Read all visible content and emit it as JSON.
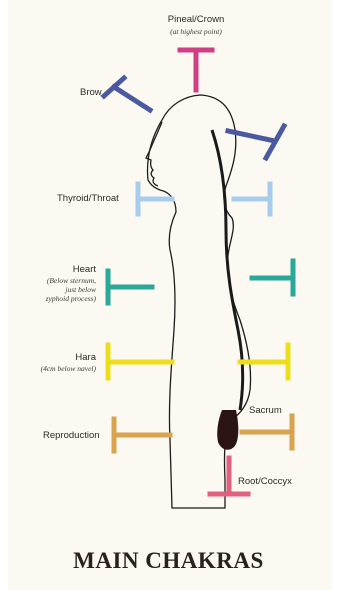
{
  "title": "MAIN CHAKRAS",
  "chakras": {
    "crown": {
      "label": "Pineal/Crown",
      "note": "(at highest point)",
      "color": "#cf3f86"
    },
    "brow": {
      "label": "Brow",
      "color": "#4a5aa0"
    },
    "throat": {
      "label": "Thyroid/Throat",
      "color": "#a8ccec"
    },
    "heart": {
      "label": "Heart",
      "note_lines": [
        "(Below sternum,",
        "just below",
        "zyphoid process)"
      ],
      "color": "#2aa898"
    },
    "hara": {
      "label": "Hara",
      "note": "(4cm below navel)",
      "color": "#eede1a"
    },
    "reproduction": {
      "label": "Reproduction",
      "color": "#d9a450"
    },
    "sacrum": {
      "label": "Sacrum",
      "color": "#d9a450"
    },
    "root": {
      "label": "Root/Coccyx",
      "color": "#e0607e"
    }
  },
  "colors": {
    "outline": "#1c1c1c",
    "spine": "#1a1a1a",
    "sacrum_fill": "#2a1414",
    "paper": "#fbf9f1"
  }
}
